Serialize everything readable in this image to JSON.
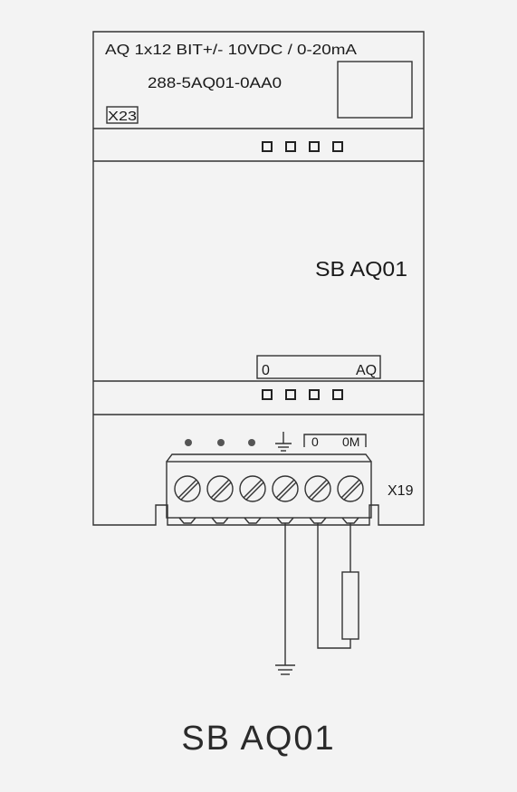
{
  "module": {
    "spec_line": "AQ 1x12 BIT+/- 10VDC / 0-20mA",
    "part_number": "288-5AQ01-0AA0",
    "slot_label": "X23",
    "name": "SB AQ01",
    "channel_label_left": "0",
    "channel_label_right": "AQ",
    "connector_label": "X19",
    "terminal_label_0": "0",
    "terminal_label_0m": "0M"
  },
  "caption": "SB AQ01",
  "colors": {
    "background": "#f3f3f3",
    "stroke": "#333333",
    "text": "#1a1a1a"
  },
  "icons": [
    "ground-icon",
    "screw-terminal-icon",
    "led-indicator-icon",
    "resistor-load-icon"
  ]
}
